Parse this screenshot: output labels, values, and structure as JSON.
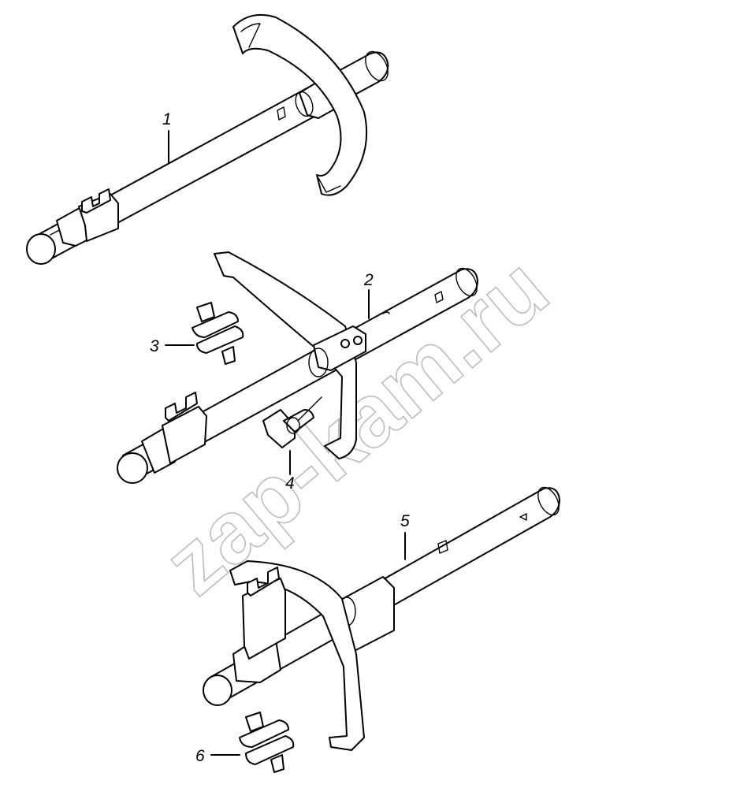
{
  "watermark": "zap-kam.ru",
  "callouts": [
    {
      "id": "1",
      "label": "1"
    },
    {
      "id": "2",
      "label": "2"
    },
    {
      "id": "3",
      "label": "3"
    },
    {
      "id": "4",
      "label": "4"
    },
    {
      "id": "5",
      "label": "5"
    },
    {
      "id": "6",
      "label": "6"
    }
  ]
}
